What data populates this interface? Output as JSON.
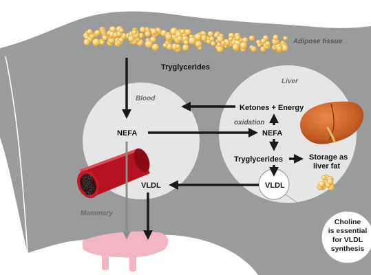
{
  "labels": {
    "adipose_tissue": "Adipose tissue",
    "tryglycerides_top": "Tryglycerides",
    "blood": "Blood",
    "liver": "Liver",
    "ketones_energy": "Ketones + Energy",
    "oxidation": "oxidation",
    "nefa_blood": "NEFA",
    "nefa_liver": "NEFA",
    "tryglycerides_liver": "Tryglycerides",
    "storage_line1": "Storage as",
    "storage_line2": "liver fat",
    "vldl_liver": "VLDL",
    "vldl_blood": "VLDL",
    "mammary": "Mammary",
    "choline_line1": "Choline",
    "choline_line2": "is essential",
    "choline_line3": "for VLDL",
    "choline_line4": "synthesis"
  },
  "colors": {
    "cow_body": "#9a9b9d",
    "circle_fill": "#e6e6e6",
    "arrow": "#1a1a1a",
    "fat_globule": "#f3c766",
    "liver_organ": "#c9632a",
    "vessel": "#b3121e",
    "udder": "#f2b6c2",
    "mammary_arrow": "#8c8c8c"
  },
  "icons": [
    "fat-globules-icon",
    "liver-icon",
    "blood-vessel-icon",
    "udder-icon",
    "small-fat-icon"
  ]
}
